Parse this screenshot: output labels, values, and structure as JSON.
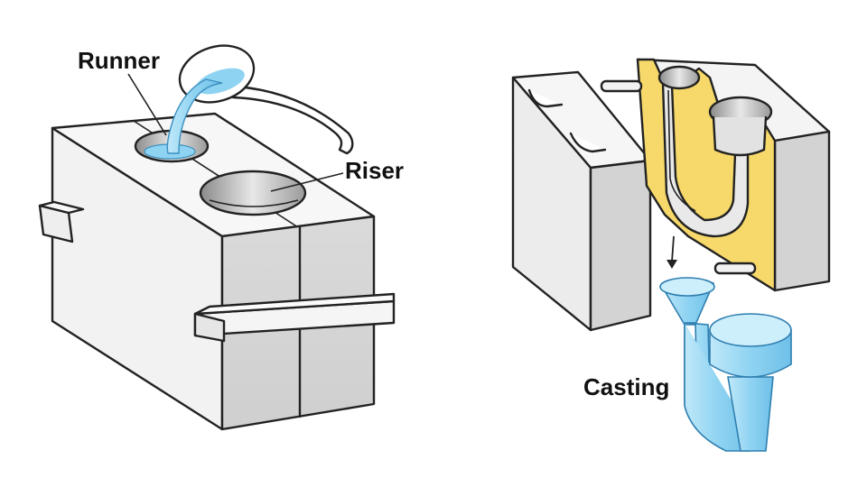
{
  "labels": {
    "runner": "Runner",
    "riser": "Riser",
    "casting": "Casting"
  },
  "colors": {
    "metal_light": "#cdeefb",
    "metal": "#8fd3f2",
    "mold_top": "#f4f4f4",
    "mold_front": "#d4d4d4",
    "mold_side": "#ececec",
    "cavity_cut": "#f6d96a",
    "outline": "#222222"
  }
}
